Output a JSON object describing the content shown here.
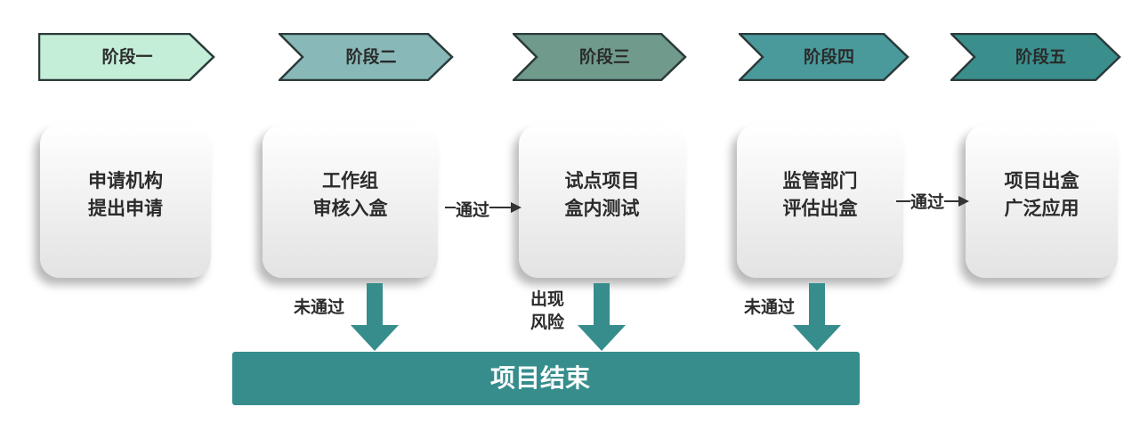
{
  "stages": [
    {
      "label": "阶段一",
      "color": "#c4eed8"
    },
    {
      "label": "阶段二",
      "color": "#88b9b8"
    },
    {
      "label": "阶段三",
      "color": "#6f9a8c"
    },
    {
      "label": "阶段四",
      "color": "#4a9a9c"
    },
    {
      "label": "阶段五",
      "color": "#3a8f8d"
    }
  ],
  "boxes": [
    {
      "line1": "申请机构",
      "line2": "提出申请"
    },
    {
      "line1": "工作组",
      "line2": "审核入盒"
    },
    {
      "line1": "试点项目",
      "line2": "盒内测试"
    },
    {
      "line1": "监管部门",
      "line2": "评估出盒"
    },
    {
      "line1": "项目出盒",
      "line2": "广泛应用"
    }
  ],
  "edges": {
    "pass_1": "通过",
    "pass_2": "通过",
    "fail_1": "未通过",
    "risk_line1": "出现",
    "risk_line2": "风险",
    "fail_2": "未通过"
  },
  "end": {
    "label": "项目结束",
    "color": "#368d8c"
  }
}
